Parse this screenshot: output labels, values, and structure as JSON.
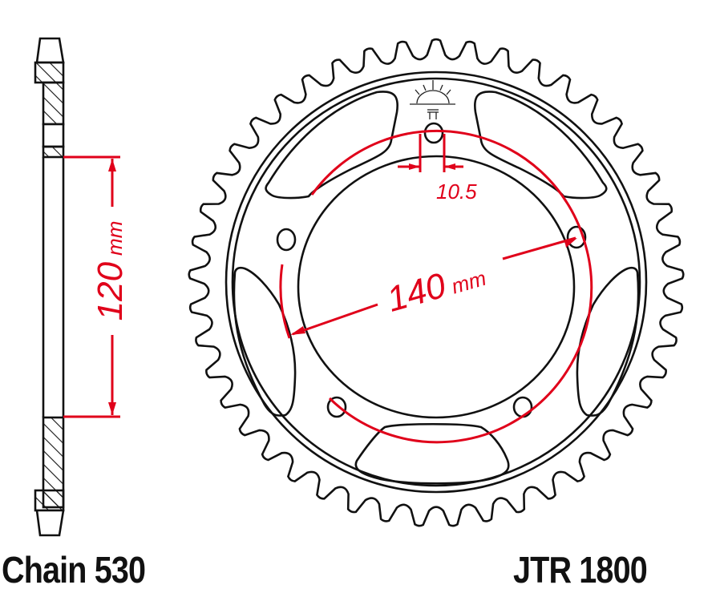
{
  "product": {
    "part_number": "JTR 1800",
    "chain_label": "Chain 530"
  },
  "dimensions": {
    "offset_label": "120",
    "offset_unit": "mm",
    "pcd_label": "140",
    "pcd_unit": "mm",
    "bolt_hole_label": "10.5"
  },
  "drawing": {
    "teeth": 45,
    "bolt_holes": 5,
    "colors": {
      "outline": "#111111",
      "dimension": "#e0001a",
      "background": "#ffffff"
    }
  }
}
